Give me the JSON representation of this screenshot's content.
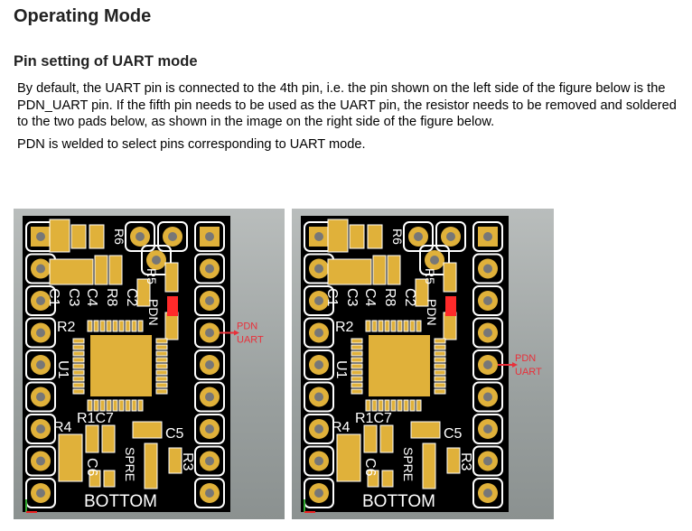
{
  "heading": "Operating Mode",
  "subheading": "Pin setting of UART mode",
  "paragraphs": [
    "By default, the UART pin is connected to the 4th pin, i.e. the pin shown on the left side of the figure below is the PDN_UART pin. If the fifth pin needs to be used as the UART pin, the resistor needs to be removed and soldered to the two pads below, as shown in the image on the right side of the figure below.",
    "PDN is welded to select pins corresponding to UART mode."
  ],
  "figures": [
    {
      "annotation_line1": "PDN",
      "annotation_line2": "UART",
      "uart_pin_row": 4
    },
    {
      "annotation_line1": "PDN",
      "annotation_line2": "UART",
      "uart_pin_row": 5
    }
  ],
  "silkscreen": {
    "c1": "C1",
    "c3": "C3",
    "c4": "C4",
    "r8": "R8",
    "r2": "R2",
    "c2": "C2",
    "r5": "R5",
    "r6": "R6",
    "pdn": "PDN",
    "u1": "U1",
    "r4": "R4",
    "r1c7": "R1C7",
    "c5": "C5",
    "c6": "C6",
    "spre": "SPRE",
    "r3": "R3",
    "bottom": "BOTTOM"
  },
  "colors": {
    "board": "#000000",
    "pad": "#e0b13a",
    "annotation": "#e8303a",
    "red_pad": "#ff2a2a"
  }
}
